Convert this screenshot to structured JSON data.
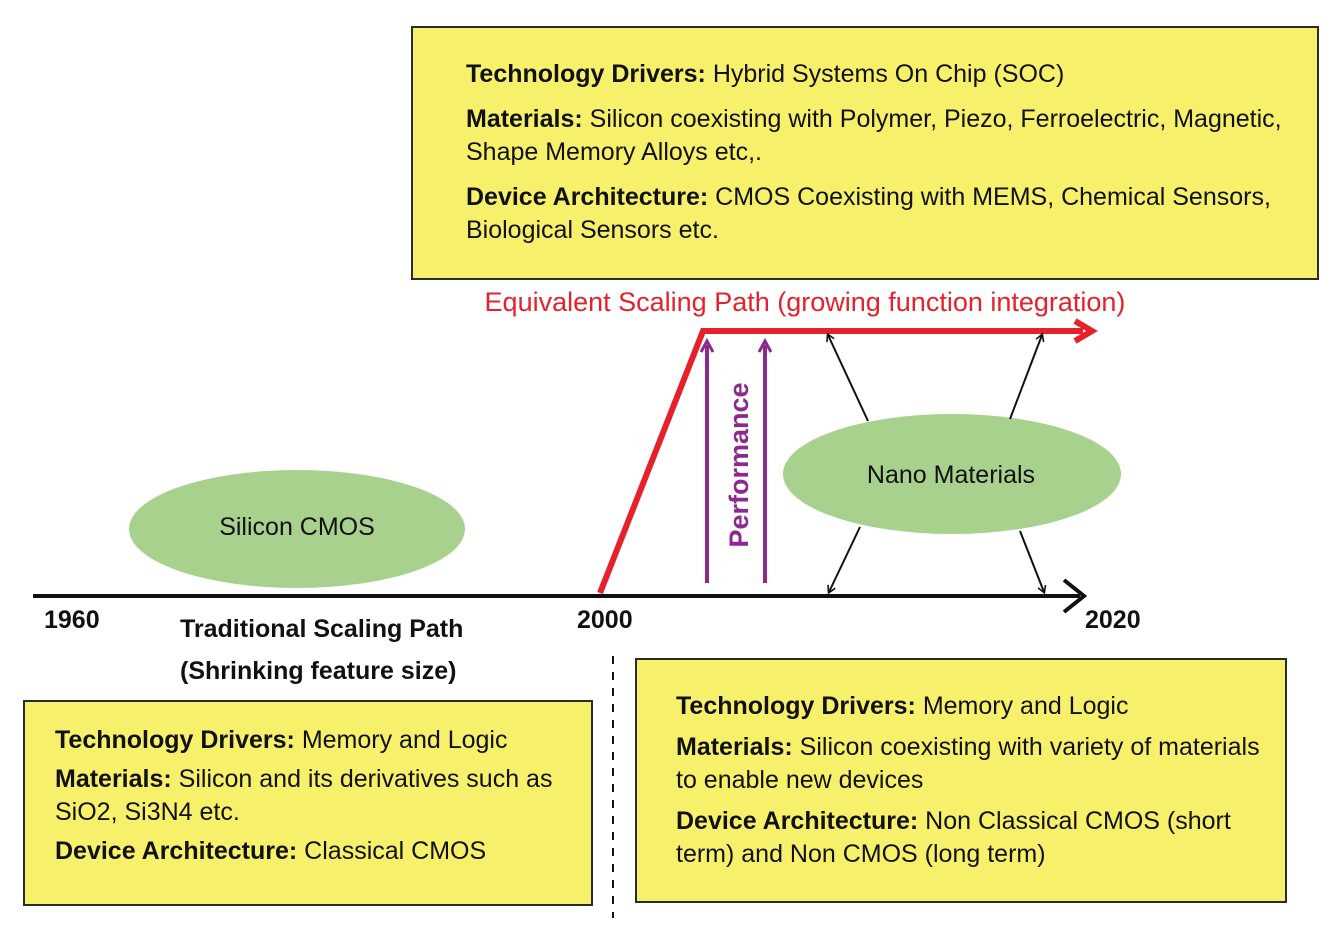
{
  "top_box": {
    "drivers_key": "Technology Drivers:",
    "drivers_val": " Hybrid Systems On Chip (SOC)",
    "materials_key": "Materials:",
    "materials_val": " Silicon coexisting with Polymer, Piezo, Ferroelectric, Magnetic, Shape Memory Alloys etc,.",
    "arch_key": "Device Architecture:",
    "arch_val": " CMOS Coexisting with MEMS, Chemical Sensors, Biological Sensors etc."
  },
  "equivalent_path": "Equivalent Scaling Path (growing function integration)",
  "performance": "Performance",
  "nano": "Nano Materials",
  "silicon": "Silicon CMOS",
  "years": {
    "y1960": "1960",
    "y2000": "2000",
    "y2020": "2020"
  },
  "traditional": {
    "line1": "Traditional Scaling Path",
    "line2": "(Shrinking feature size)"
  },
  "bottom_left_box": {
    "drivers_key": "Technology Drivers:",
    "drivers_val": " Memory and Logic",
    "materials_key": "Materials:",
    "materials_val": " Silicon and its derivatives such as SiO2, Si3N4 etc.",
    "arch_key": "Device Architecture:",
    "arch_val": " Classical CMOS"
  },
  "bottom_right_box": {
    "drivers_key": "Technology Drivers:",
    "drivers_val": " Memory and Logic",
    "materials_key": "Materials:",
    "materials_val": " Silicon coexisting with variety of materials to enable new devices",
    "arch_key": "Device Architecture:",
    "arch_val": " Non Classical CMOS (short term) and Non CMOS (long term)"
  },
  "colors": {
    "box_fill": "#f7f06b",
    "ellipse": "#a9d18e",
    "red_path": "#e5212b",
    "purple": "#8b2a8e"
  }
}
